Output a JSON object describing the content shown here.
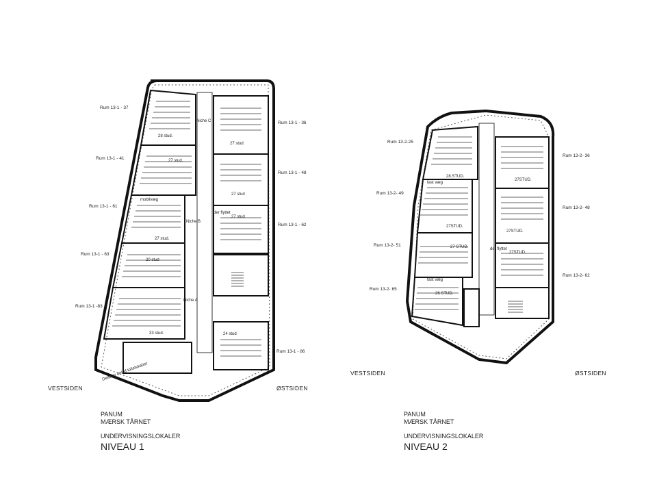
{
  "left": {
    "rooms_west": [
      "Rum 13-1 - 37",
      "Rum 13-1 - 41",
      "Rum 13-1 - 61",
      "Rum 13-1 - 63",
      "Rum 13-1 -83"
    ],
    "rooms_east": [
      "Rum 13-1 - 36",
      "Rum 13-1 - 48",
      "Rum 13-1 - 62",
      "Rum 13-1 - 86"
    ],
    "capacities": [
      "28 stud.",
      "27 stud.",
      "27 stud.",
      "27 stud",
      "27 stud",
      "20 stud",
      "33 stud.",
      "24 stud",
      "27 stud"
    ],
    "notes": [
      "Niche C",
      "Niche B",
      "Niche A",
      "der flyttet",
      "mobilvæg",
      "Dette er del af toiletskabet"
    ],
    "side_west": "VESTSIDEN",
    "side_east": "ØSTSIDEN",
    "caption": {
      "line1": "PANUM",
      "line2": "MÆRSK TÅRNET",
      "line3": "UNDERVISNINGSLOKALER",
      "title": "NIVEAU 1"
    }
  },
  "right": {
    "rooms_west": [
      "Rum 13-2-25",
      "Rum 13-2- 49",
      "Rum 13-2- 51",
      "Rum 13-2- 65"
    ],
    "rooms_east": [
      "Rum 13-2- 36",
      "Rum 13-2- 48",
      "Rum 13-2- 62"
    ],
    "capacities": [
      "28.STUD.",
      "27STUD.",
      "27STUD.",
      "27STUD.",
      "27 STUD.",
      "27STUD.",
      "26 STUD."
    ],
    "notes": [
      "der flyttet",
      "fast væg",
      "fast væg"
    ],
    "side_west": "VESTSIDEN",
    "side_east": "ØSTSIDEN",
    "caption": {
      "line1": "PANUM",
      "line2": "MÆRSK TÅRNET",
      "line3": "UNDERVISNINGSLOKALER",
      "title": "NIVEAU 2"
    }
  }
}
